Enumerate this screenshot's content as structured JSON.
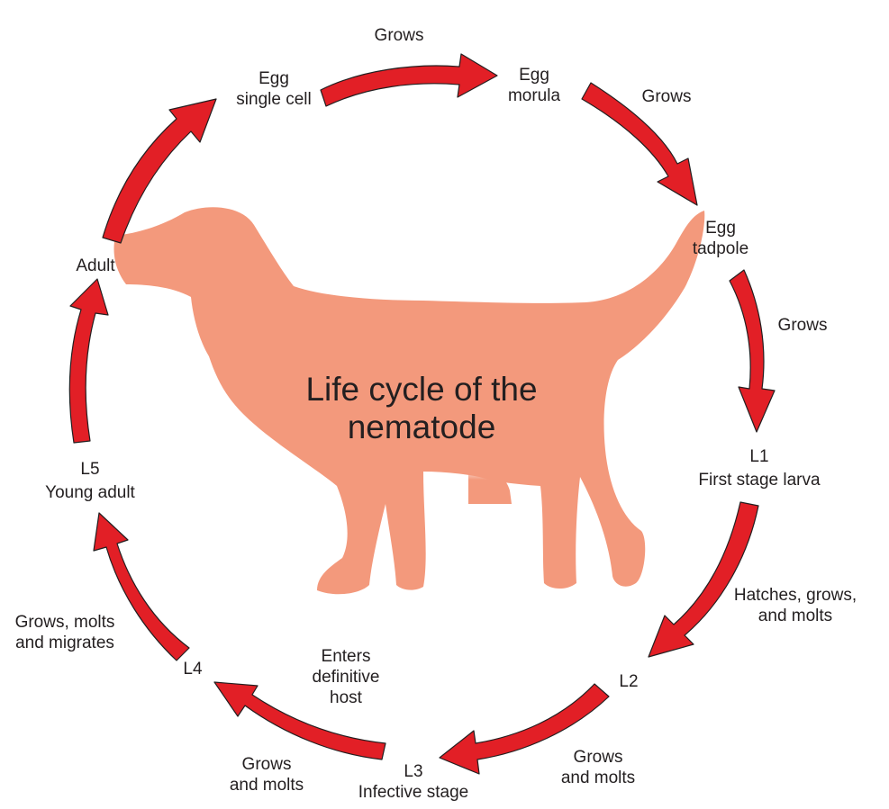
{
  "title": {
    "line1": "Life cycle of the",
    "line2": "nematode"
  },
  "colors": {
    "arrow_fill": "#e21f26",
    "arrow_outline": "#231f20",
    "silhouette": "#f3997c",
    "text": "#231f20"
  },
  "stages": {
    "egg_single": {
      "line1": "Egg",
      "line2": "single cell"
    },
    "egg_morula": {
      "line1": "Egg",
      "line2": "morula"
    },
    "egg_tadpole": {
      "line1": "Egg",
      "line2": "tadpole"
    },
    "l1": {
      "line1": "L1",
      "line2": "First stage larva"
    },
    "l2": {
      "line1": "L2"
    },
    "l3": {
      "line1": "L3",
      "line2": "Infective stage"
    },
    "l4": {
      "line1": "L4"
    },
    "l5": {
      "line1": "L5",
      "line2": "Young adult"
    },
    "adult": {
      "line1": "Adult"
    }
  },
  "transitions": {
    "t1": {
      "line1": "Grows"
    },
    "t2": {
      "line1": "Grows"
    },
    "t3": {
      "line1": "Grows"
    },
    "t4": {
      "line1": "Hatches, grows,",
      "line2": "and molts"
    },
    "t5": {
      "line1": "Grows",
      "line2": "and molts"
    },
    "t6": {
      "line1": "Grows",
      "line2": "and molts"
    },
    "t7": {
      "line1": "Grows, molts",
      "line2": "and migrates"
    },
    "host": {
      "line1": "Enters",
      "line2": "definitive",
      "line3": "host"
    }
  }
}
